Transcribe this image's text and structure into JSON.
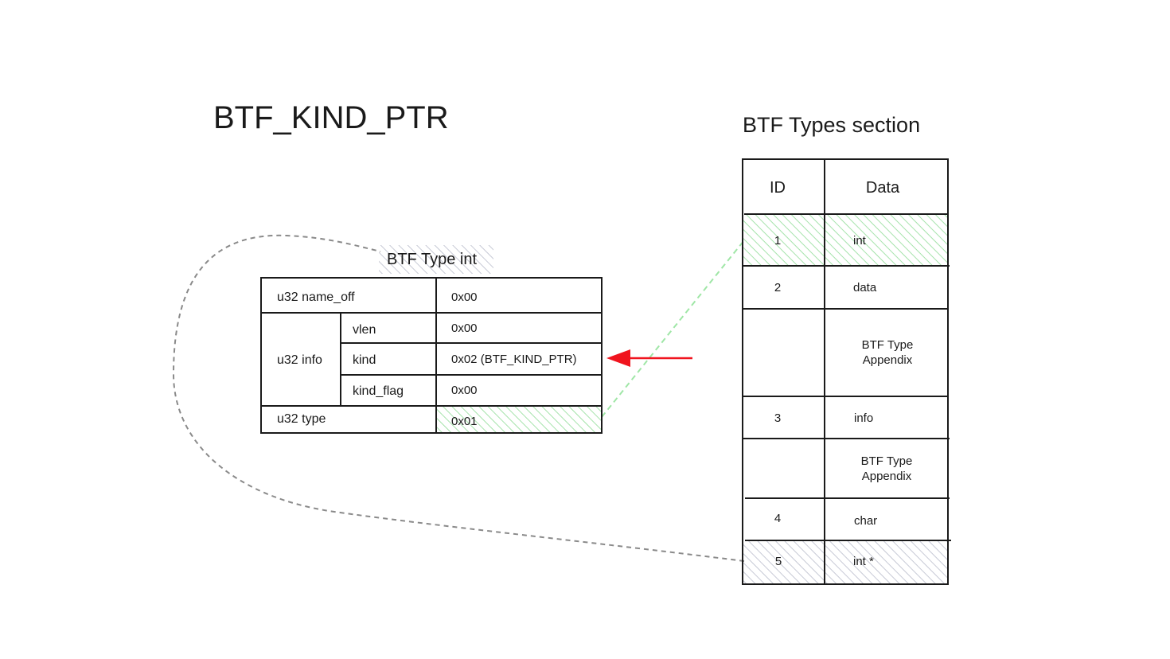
{
  "title": "BTF_KIND_PTR",
  "type_struct": {
    "title": "BTF Type int",
    "rows": {
      "name_off": {
        "label": "u32 name_off",
        "value": "0x00"
      },
      "info": {
        "label": "u32 info",
        "vlen": {
          "label": "vlen",
          "value": "0x00"
        },
        "kind": {
          "label": "kind",
          "value": "0x02 (BTF_KIND_PTR)"
        },
        "kind_flag": {
          "label": "kind_flag",
          "value": "0x00"
        }
      },
      "type": {
        "label": "u32 type",
        "value": "0x01"
      }
    }
  },
  "types_section": {
    "title": "BTF Types section",
    "headers": {
      "id": "ID",
      "data": "Data"
    },
    "rows": [
      {
        "id": "1",
        "data": "int"
      },
      {
        "id": "2",
        "data": "data"
      },
      {
        "id": "",
        "data_line1": "BTF Type",
        "data_line2": "Appendix"
      },
      {
        "id": "3",
        "data": "info"
      },
      {
        "id": "",
        "data_line1": "BTF Type",
        "data_line2": "Appendix"
      },
      {
        "id": "4",
        "data": "char"
      },
      {
        "id": "5",
        "data": "int *"
      }
    ]
  },
  "colors": {
    "highlight_green": "#8fdc96",
    "highlight_gray": "#b9bccb",
    "arrow_red": "#f0141e",
    "dashed_gray": "#8a8a8a",
    "dashed_green": "#9fe6a6",
    "line": "#1a1a1a"
  }
}
